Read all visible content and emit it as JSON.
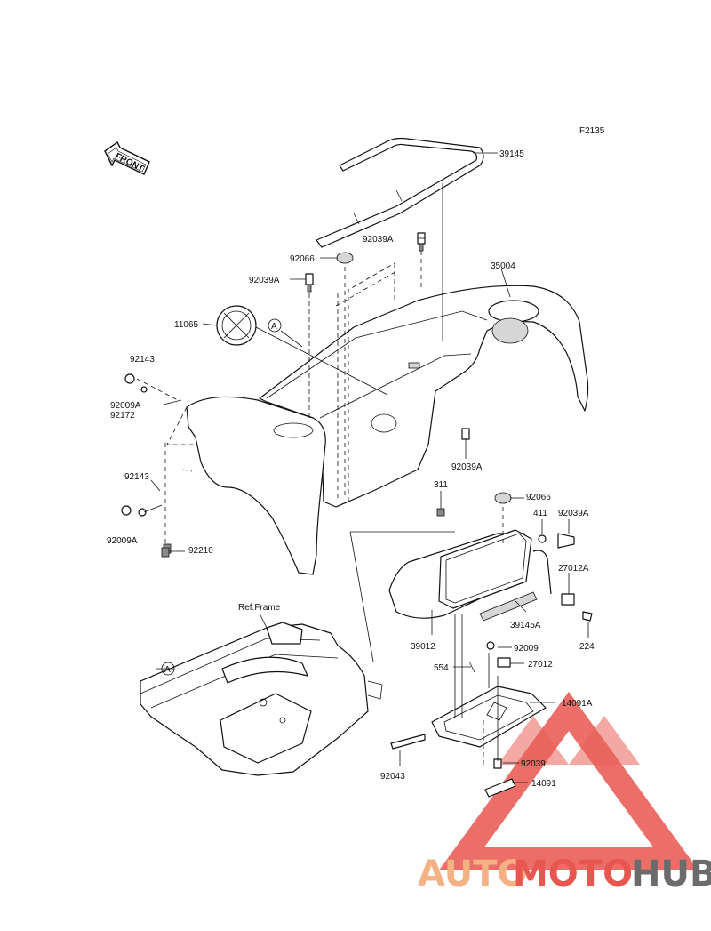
{
  "figure_code": "F2135",
  "front_arrow_label": "FRONT",
  "ref_frame_label": "Ref.Frame",
  "callout_letter": "A",
  "part_labels": {
    "p39145": "39145",
    "p92039A_top": "92039A",
    "p92066_top": "92066",
    "p35004": "35004",
    "p92039A_left": "92039A",
    "p11065": "11065",
    "p92143_a": "92143",
    "p92009A_a": "92009A",
    "p92172": "92172",
    "p92039A_mid": "92039A",
    "p92143_b": "92143",
    "p92009A_b": "92009A",
    "p92210": "92210",
    "p311": "311",
    "p92066_right": "92066",
    "p411": "411",
    "p92039A_right": "92039A",
    "p27012A": "27012A",
    "p39145A": "39145A",
    "p224": "224",
    "p39012": "39012",
    "p92009": "92009",
    "p554": "554",
    "p27012": "27012",
    "p14091A": "14091A",
    "p92039": "92039",
    "p92043": "92043",
    "p14091": "14091"
  },
  "watermark": {
    "part1": "AUTO",
    "part2": "MOTO",
    "part3": "HUB",
    "color_orange": "#f4b183",
    "color_red": "#e8574f",
    "color_gray": "#6b6b6b"
  }
}
